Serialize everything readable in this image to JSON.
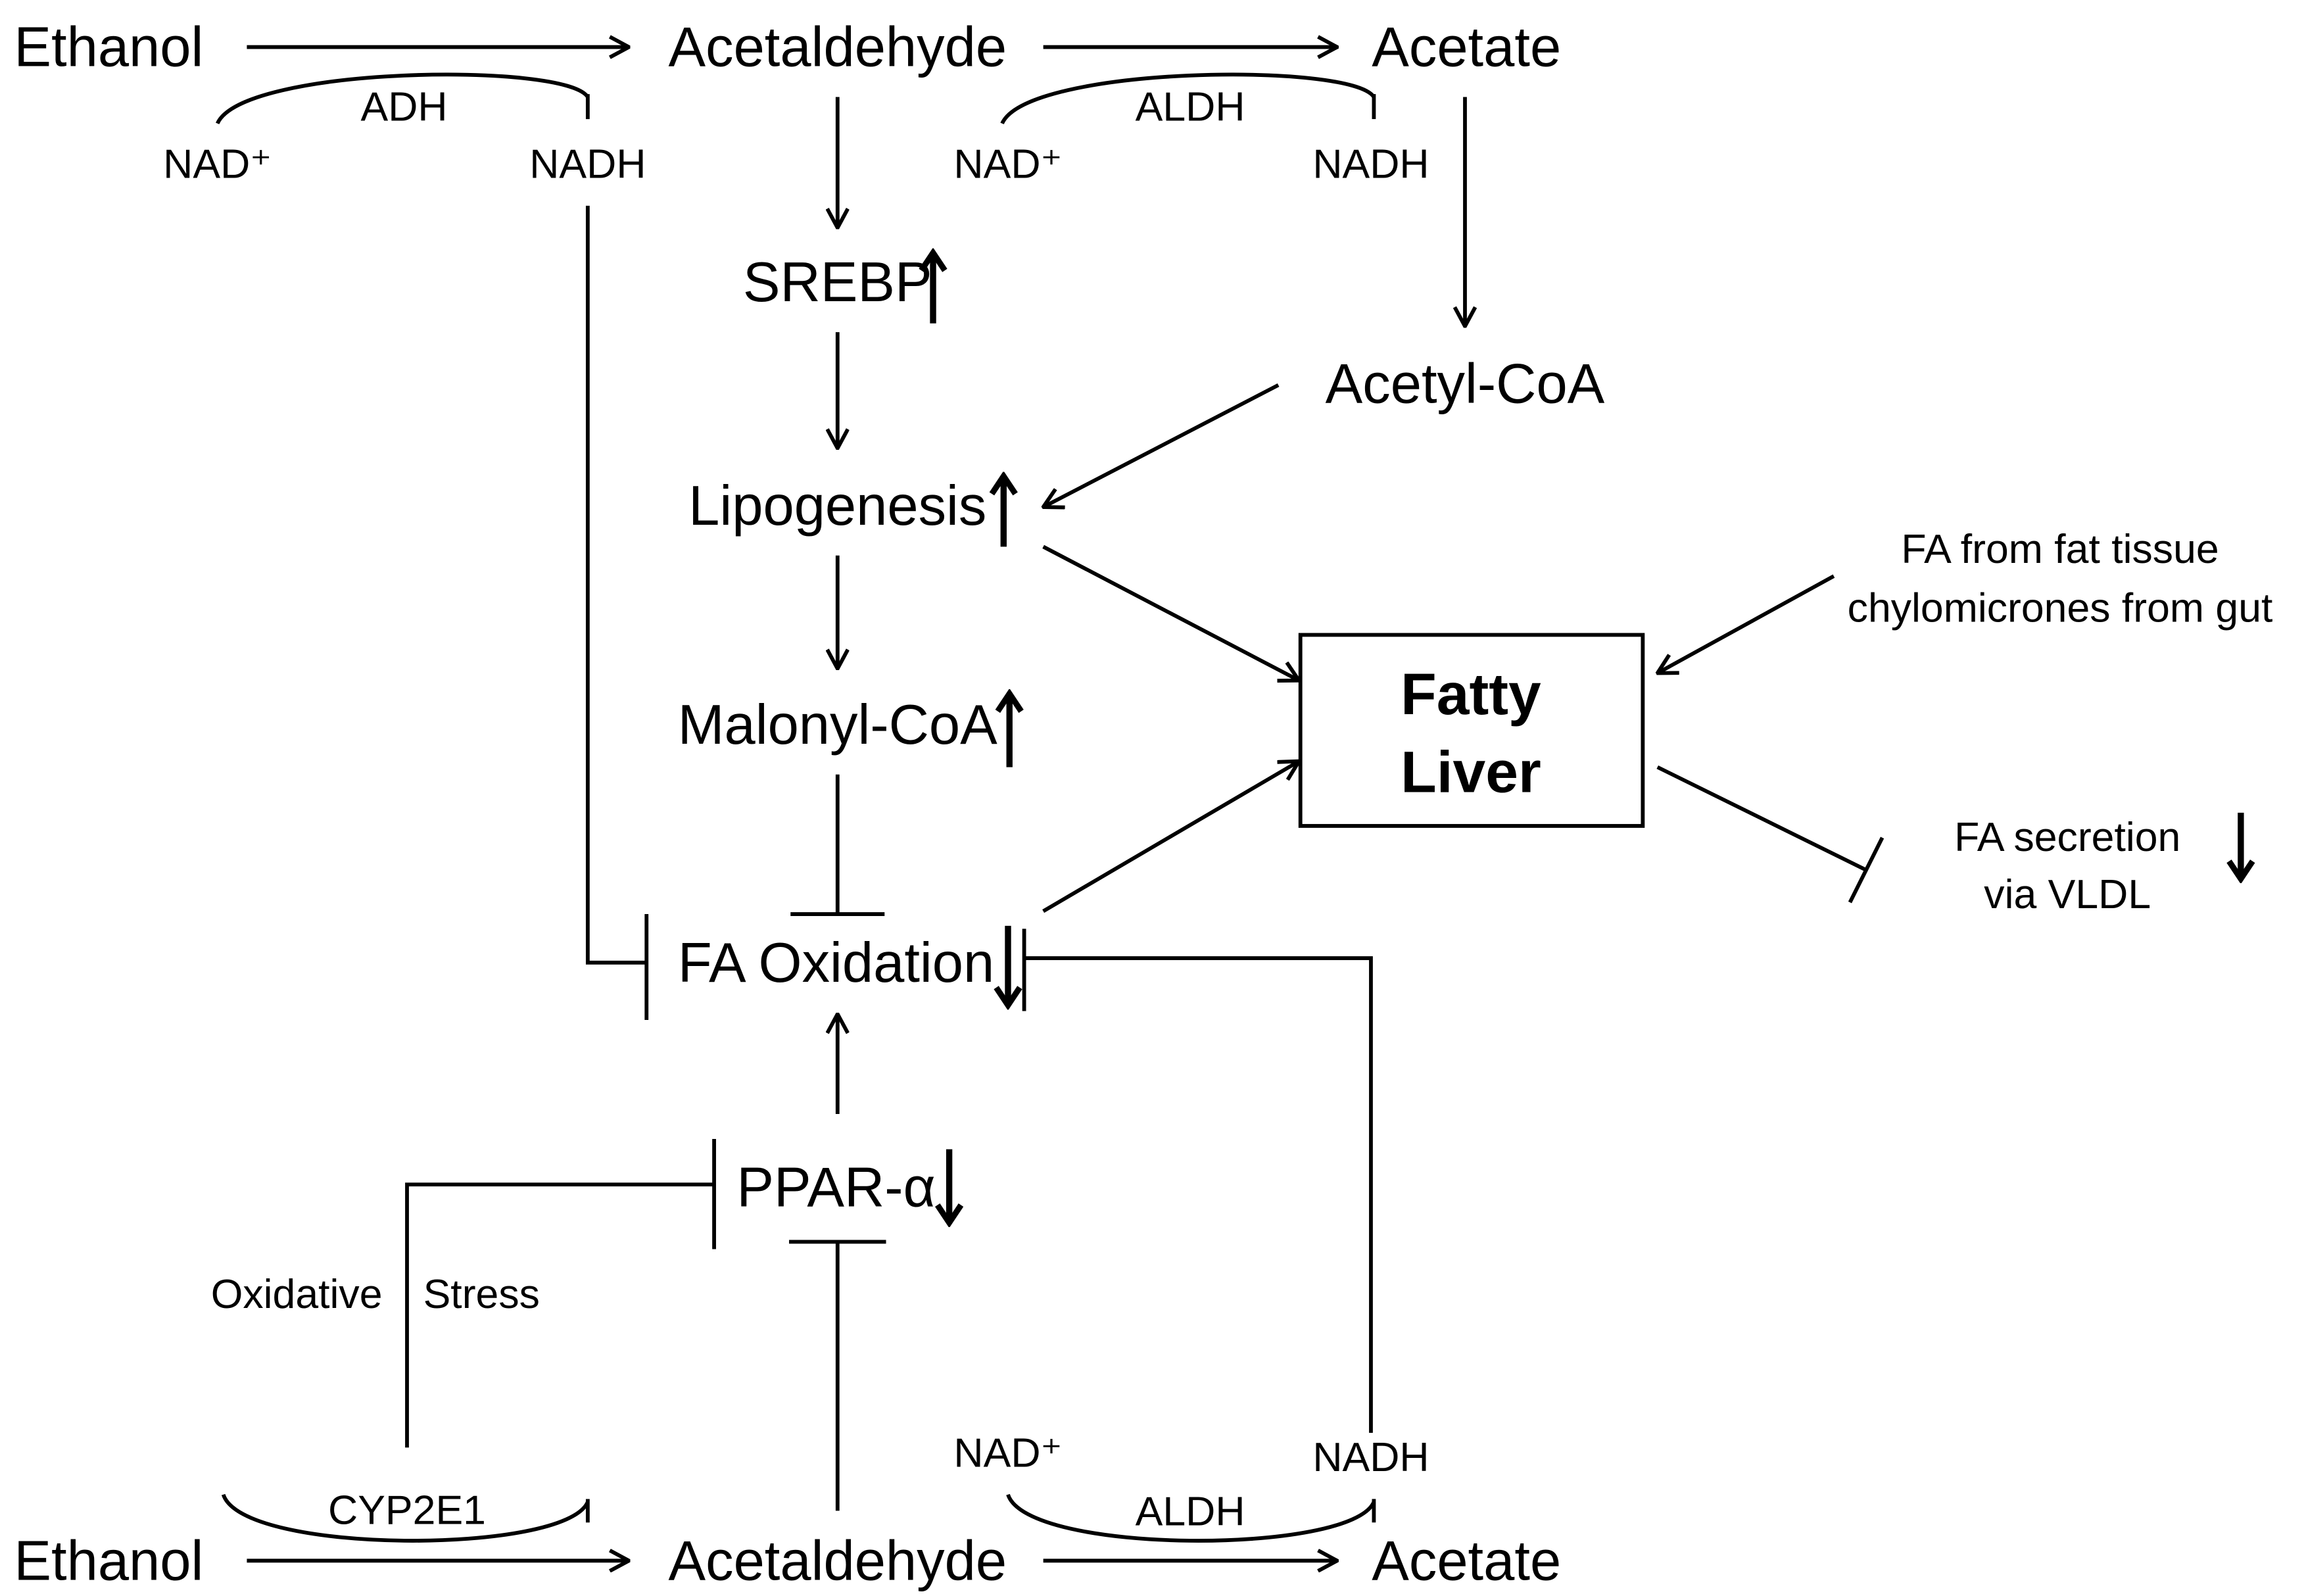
{
  "diagram": {
    "top_row": {
      "ethanol": "Ethanol",
      "acetaldehyde": "Acetaldehyde",
      "acetate": "Acetate",
      "adh": {
        "enzyme": "ADH",
        "cofactor_in": "NAD⁺",
        "cofactor_out": "NADH"
      },
      "aldh": {
        "enzyme": "ALDH",
        "cofactor_in": "NAD⁺",
        "cofactor_out": "NADH"
      }
    },
    "pathway": {
      "srebp": {
        "label": "SREBP",
        "trend_icon": "up-arrow-icon"
      },
      "lipogenesis": {
        "label": "Lipogenesis",
        "trend_icon": "up-arrow-icon"
      },
      "malonyl_coa": {
        "label": "Malonyl-CoA",
        "trend_icon": "up-arrow-icon"
      },
      "fa_oxidation": {
        "label": "FA Oxidation",
        "trend_icon": "down-arrow-icon"
      },
      "ppar_alpha": {
        "label": "PPAR-α",
        "trend_icon": "down-arrow-icon"
      },
      "acetyl_coa": {
        "label": "Acetyl-CoA"
      }
    },
    "fatty_liver": {
      "line1": "Fatty",
      "line2": "Liver"
    },
    "fa_input": {
      "line1": "FA from fat tissue",
      "line2": "chylomicrones from gut"
    },
    "fa_secretion": {
      "line1": "FA secretion",
      "line2": "via VLDL",
      "trend_icon": "down-arrow-icon"
    },
    "oxidative_stress": "Oxidative Stress",
    "bottom_row": {
      "ethanol": "Ethanol",
      "acetaldehyde": "Acetaldehyde",
      "acetate": "Acetate",
      "cyp2e1": {
        "enzyme": "CYP2E1"
      },
      "aldh": {
        "enzyme": "ALDH",
        "cofactor_in": "NAD⁺",
        "cofactor_out": "NADH"
      }
    }
  },
  "colors": {
    "ink": "#000000",
    "background": "#ffffff"
  }
}
